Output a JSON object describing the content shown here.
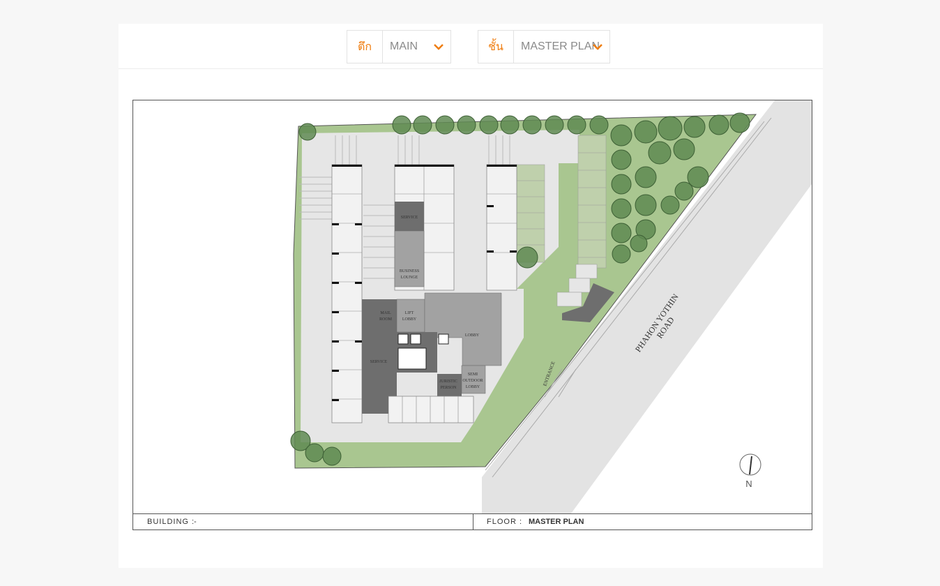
{
  "selectors": {
    "building": {
      "label": "ตึก",
      "value": "MAIN"
    },
    "floor": {
      "label": "ชั้น",
      "value": "MASTER PLAN"
    }
  },
  "plan": {
    "road_label_line1": "PHAHON YOTHIN",
    "road_label_line2": "ROAD",
    "entrance_label": "ENTRANCE",
    "north_label": "N",
    "rooms": {
      "service_top": "SERVICE",
      "business_lounge_1": "BUSINESS",
      "business_lounge_2": "LOUNGE",
      "mail_room_1": "MAIL",
      "mail_room_2": "ROOM",
      "lift_lobby_1": "LIFT",
      "lift_lobby_2": "LOBBY",
      "lobby": "LOBBY",
      "service_bottom": "SERVICE",
      "juristic_1": "JURISTIC",
      "juristic_2": "PERSON",
      "semi_outdoor_1": "SEMI",
      "semi_outdoor_2": "OUTDOOR",
      "semi_outdoor_3": "LOBBY"
    }
  },
  "legend": {
    "building_label": "BUILDING :",
    "building_value": "-",
    "floor_label": "FLOOR :",
    "floor_value": "MASTER PLAN"
  },
  "colors": {
    "accent": "#ef7d10",
    "grass": "#a9c690",
    "tree": "#5f8a52",
    "building_dark": "#6e6e6e",
    "building_mid": "#a2a2a2",
    "road": "#e3e3e3"
  }
}
